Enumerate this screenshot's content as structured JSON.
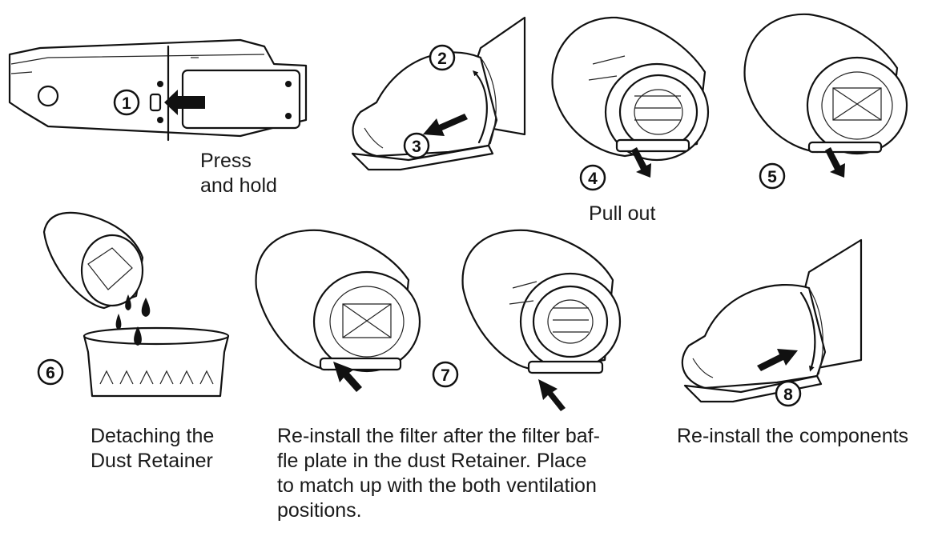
{
  "steps": [
    {
      "number": "1",
      "caption": "Press\nand hold"
    },
    {
      "number": "2"
    },
    {
      "number": "3"
    },
    {
      "number": "4",
      "caption": "Pull out"
    },
    {
      "number": "5"
    },
    {
      "number": "6",
      "caption": "Detaching the\nDust Retainer"
    },
    {
      "number": "7",
      "caption": "Re-install the filter after the filter baf-\nfle plate in the dust Retainer. Place\nto match up with the both ventilation\npositions."
    },
    {
      "number": "8",
      "caption": "Re-install the components"
    }
  ],
  "colors": {
    "line": "#111111",
    "background": "#ffffff"
  }
}
